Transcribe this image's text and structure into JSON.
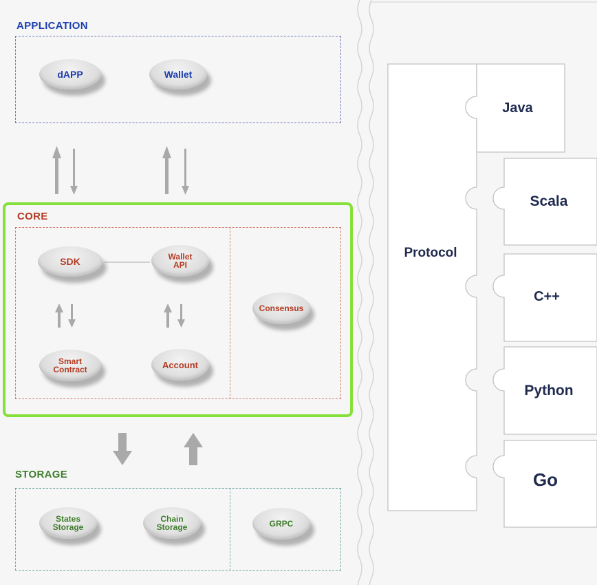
{
  "application": {
    "title": "APPLICATION",
    "nodes": {
      "dapp": "dAPP",
      "wallet": "Wallet"
    }
  },
  "core": {
    "title": "CORE",
    "nodes": {
      "sdk": "SDK",
      "wallet_api_line1": "Wallet",
      "wallet_api_line2": "API",
      "smart_contract_line1": "Smart",
      "smart_contract_line2": "Contract",
      "account": "Account",
      "consensus": "Consensus"
    }
  },
  "storage": {
    "title": "STORAGE",
    "nodes": {
      "states_line1": "States",
      "states_line2": "Storage",
      "chain_line1": "Chain",
      "chain_line2": "Storage",
      "grpc": "GRPC"
    }
  },
  "protocol": {
    "label": "Protocol",
    "languages": [
      "Java",
      "Scala",
      "C++",
      "Python",
      "Go"
    ]
  },
  "colors": {
    "application": "#1c3fb0",
    "core": "#b33a22",
    "storage": "#3f7d2a",
    "core_highlight": "#86e03a",
    "protocol_text": "#1f2a4f"
  }
}
